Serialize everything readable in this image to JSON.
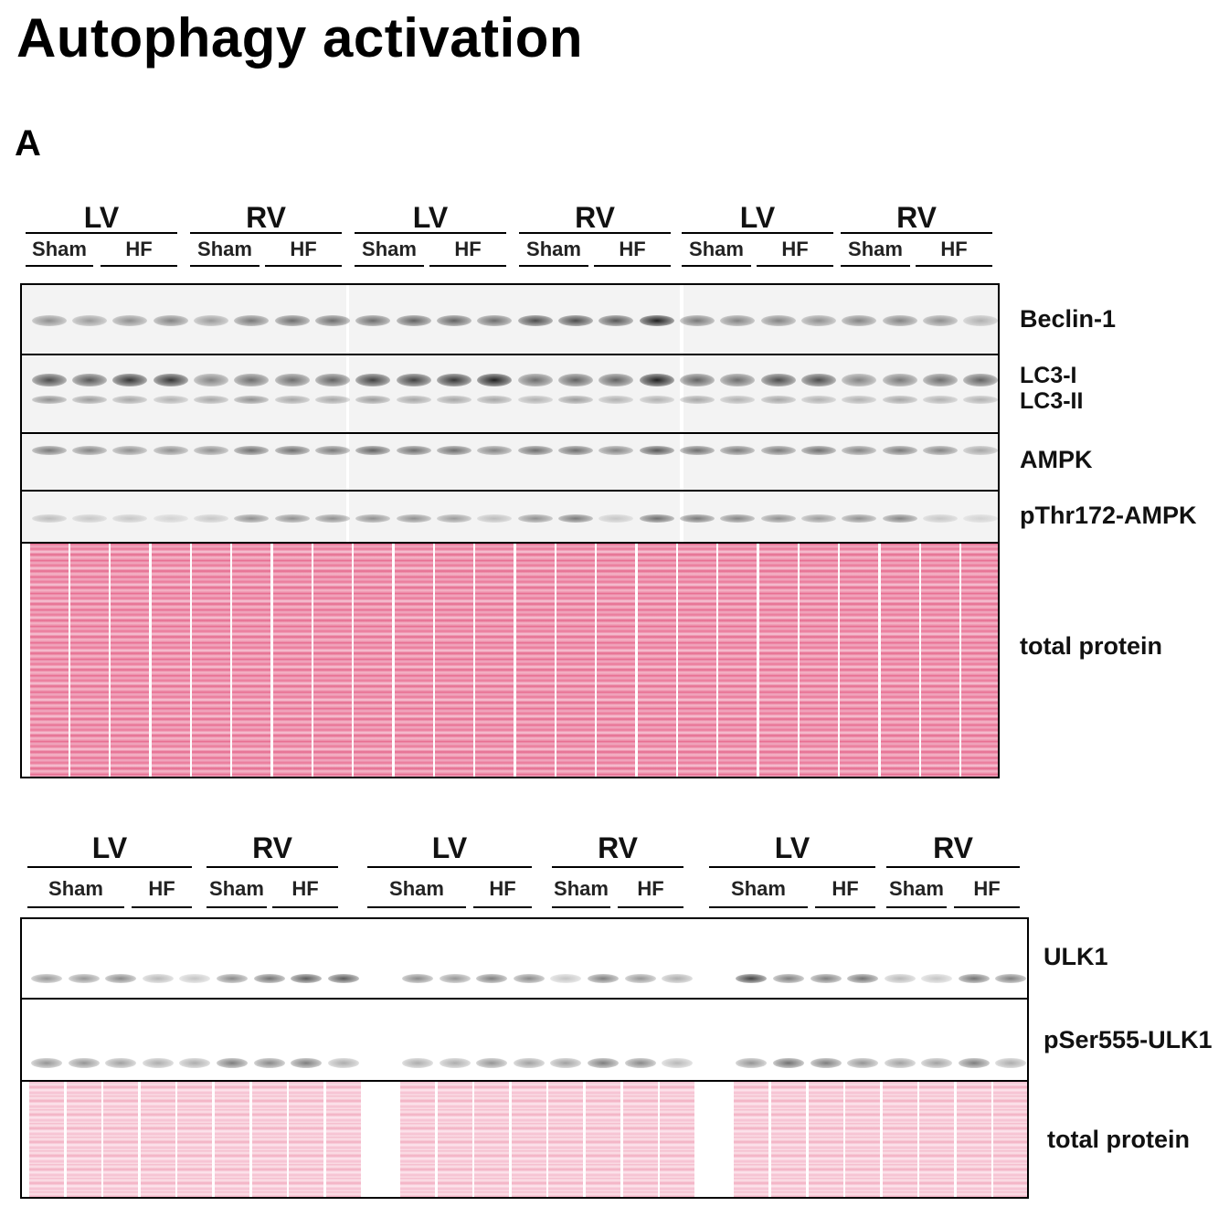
{
  "figure_title": "Autophagy activation",
  "panel_label": "A",
  "panel1": {
    "groups": [
      "LV",
      "RV",
      "LV",
      "RV",
      "LV",
      "RV"
    ],
    "subgroups": [
      "Sham",
      "HF",
      "Sham",
      "HF",
      "Sham",
      "HF",
      "Sham",
      "HF",
      "Sham",
      "HF",
      "Sham",
      "HF"
    ],
    "row_labels": {
      "beclin": "Beclin-1",
      "lc3_i": "LC3-I",
      "lc3_ii": "LC3-II",
      "ampk": "AMPK",
      "pampk": "pThr172-AMPK",
      "total": "total protein"
    }
  },
  "panel2": {
    "groups": [
      "LV",
      "RV",
      "LV",
      "RV",
      "LV",
      "RV"
    ],
    "subgroups": [
      "Sham",
      "HF",
      "Sham",
      "HF",
      "Sham",
      "HF",
      "Sham",
      "HF",
      "Sham",
      "HF",
      "Sham",
      "HF"
    ],
    "row_labels": {
      "ulk1": "ULK1",
      "pulk1": "pSer555-ULK1",
      "total": "total protein"
    }
  }
}
